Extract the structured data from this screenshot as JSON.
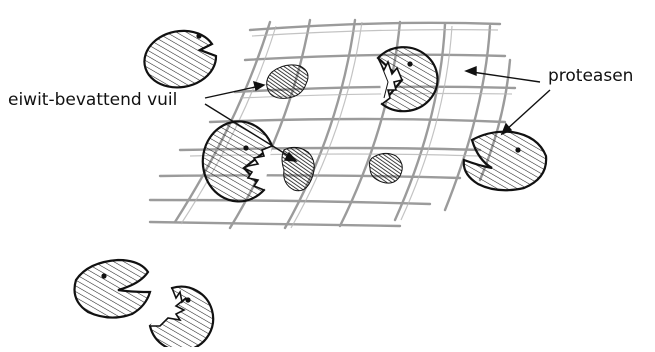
{
  "labels": {
    "dirt": "eiwit-bevattend vuil",
    "proteases": "proteasen"
  },
  "icons": {
    "grid": "fabric-mesh",
    "dirt": "stain-blob",
    "enzyme": "pacman-enzyme"
  },
  "colors": {
    "ink": "#111111",
    "mesh": "#8a8a8a",
    "background": "#ffffff"
  }
}
